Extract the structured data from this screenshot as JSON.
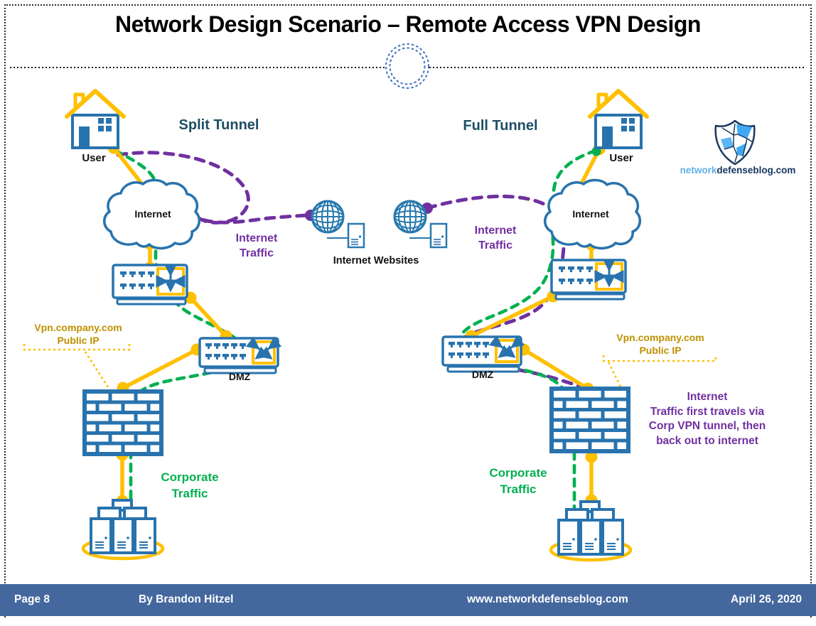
{
  "title": "Network Design Scenario – Remote Access VPN Design",
  "split": {
    "heading": "Split Tunnel",
    "user_label": "User",
    "cloud_label": "Internet",
    "internet_traffic_1": "Internet",
    "internet_traffic_2": "Traffic",
    "vpn_line1": "Vpn.company.com",
    "vpn_line2": "Public IP",
    "dmz_label": "DMZ",
    "corporate_1": "Corporate",
    "corporate_2": "Traffic"
  },
  "full": {
    "heading": "Full Tunnel",
    "user_label": "User",
    "cloud_label": "Internet",
    "internet_traffic_1": "Internet",
    "internet_traffic_2": "Traffic",
    "vpn_line1": "Vpn.company.com",
    "vpn_line2": "Public IP",
    "dmz_label": "DMZ",
    "corporate_1": "Corporate",
    "corporate_2": "Traffic",
    "note_1": "Internet",
    "note_2": "Traffic first travels via",
    "note_3": "Corp VPN tunnel, then",
    "note_4": "back out to internet"
  },
  "center": {
    "websites_label": "Internet Websites"
  },
  "logo": {
    "part1": "network",
    "part2": "defenseblog.com"
  },
  "footer": {
    "page": "Page 8",
    "author": "By Brandon Hitzel",
    "website": "www.networkdefenseblog.com",
    "date": "April 26, 2020"
  },
  "icons": {
    "home-icon": "house shape",
    "internet-cloud-icon": "cloud shape",
    "router-icon": "device box with 4-way arrows",
    "switch-icon": "device box with crossed arrows",
    "firewall-icon": "brick wall",
    "server-stack-icon": "three tower servers on ellipse",
    "globe-icon": "wireframe globe",
    "web-server-icon": "small server box",
    "shield-logo-icon": "cracked shield logo",
    "dashed-ring-icon": "dashed circle ornament"
  },
  "colors": {
    "link_yellow": "#FFC000",
    "corporate_green": "#00B050",
    "internet_purple": "#7030A0",
    "device_blue": "#2873AE",
    "heading_teal": "#1D4E63",
    "callout_gold": "#BF9000",
    "footer_blue": "#44679E"
  }
}
